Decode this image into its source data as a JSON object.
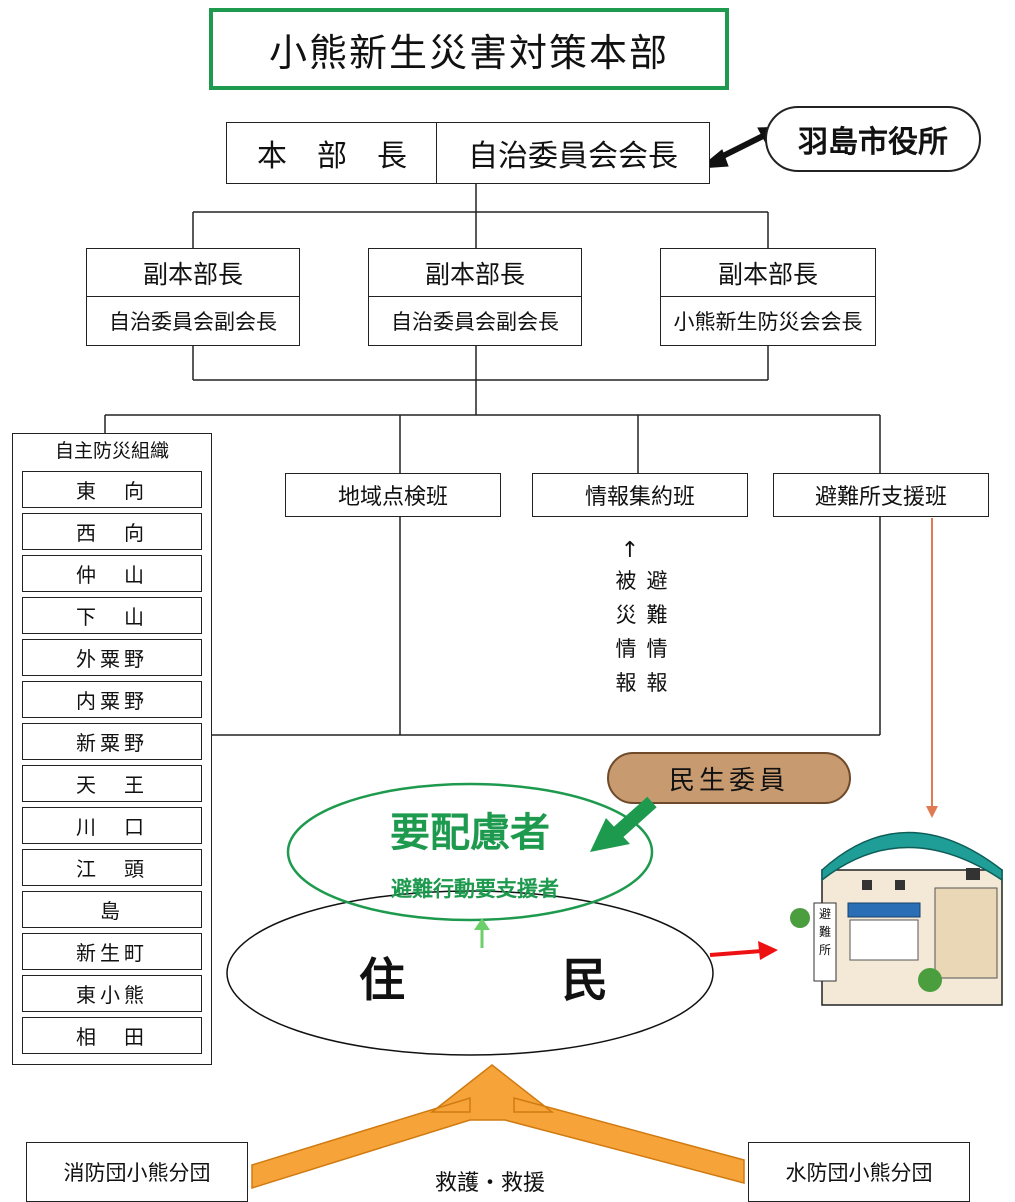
{
  "title": "小熊新生災害対策本部",
  "hq": {
    "role": "本　部　長",
    "person": "自治委員会会長"
  },
  "city_office": "羽島市役所",
  "deputies": [
    {
      "role": "副本部長",
      "person": "自治委員会副会長"
    },
    {
      "role": "副本部長",
      "person": "自治委員会副会長"
    },
    {
      "role": "副本部長",
      "person": "小熊新生防災会会長"
    }
  ],
  "jishu": {
    "title": "自主防災組織",
    "districts": [
      "東　向",
      "西　向",
      "仲　山",
      "下　山",
      "外粟野",
      "内粟野",
      "新粟野",
      "天　王",
      "川　口",
      "江　頭",
      "島",
      "新生町",
      "東小熊",
      "相　田"
    ]
  },
  "teams": [
    "地域点検班",
    "情報集約班",
    "避難所支援班"
  ],
  "info_flow": {
    "arrow": "↑",
    "col1": [
      "被",
      "災",
      "情",
      "報"
    ],
    "col2": [
      "避",
      "難",
      "情",
      "報"
    ]
  },
  "minsei": "民生委員",
  "youhairyo": "要配慮者",
  "hinan_shien": "避難行動要支援者",
  "jumin": {
    "left": "住",
    "right": "民"
  },
  "shelter_sign": [
    "避",
    "難",
    "所"
  ],
  "rescue": "救護・救援",
  "fire_brigade": "消防団小熊分団",
  "flood_brigade": "水防団小熊分団"
}
